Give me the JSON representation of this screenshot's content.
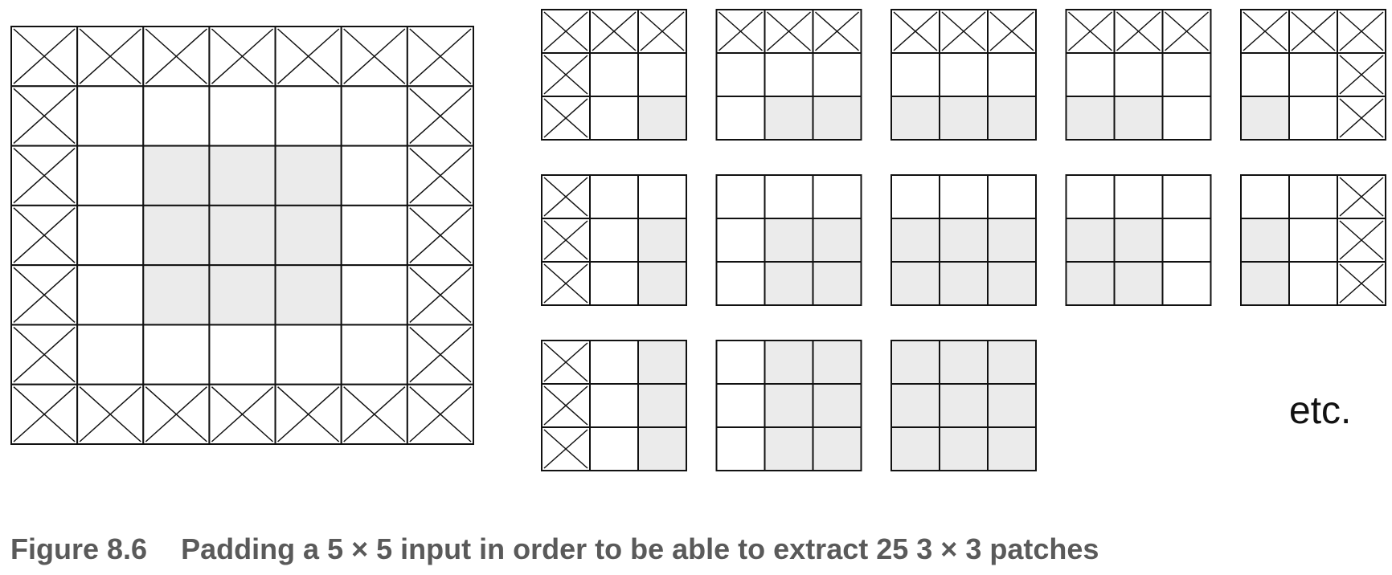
{
  "figure": {
    "caption_number": "Figure 8.6",
    "caption_text": "Padding a 5 × 5 input in order to be able to extract 25 3 × 3 patches",
    "more_label": "etc."
  },
  "padded_input": {
    "input_size": 5,
    "padding": 1
  },
  "patches": {
    "size": 3,
    "shown": [
      {
        "row": 0,
        "col": 0
      },
      {
        "row": 0,
        "col": 1
      },
      {
        "row": 0,
        "col": 2
      },
      {
        "row": 0,
        "col": 3
      },
      {
        "row": 0,
        "col": 4
      },
      {
        "row": 1,
        "col": 0
      },
      {
        "row": 1,
        "col": 1
      },
      {
        "row": 1,
        "col": 2
      },
      {
        "row": 1,
        "col": 3
      },
      {
        "row": 1,
        "col": 4
      },
      {
        "row": 2,
        "col": 0
      },
      {
        "row": 2,
        "col": 1
      },
      {
        "row": 2,
        "col": 2
      }
    ]
  },
  "colors": {
    "line": "#111111",
    "input_fill": "#ebebeb",
    "interior_fill": "#ffffff",
    "caption": "#5a5a5a"
  }
}
